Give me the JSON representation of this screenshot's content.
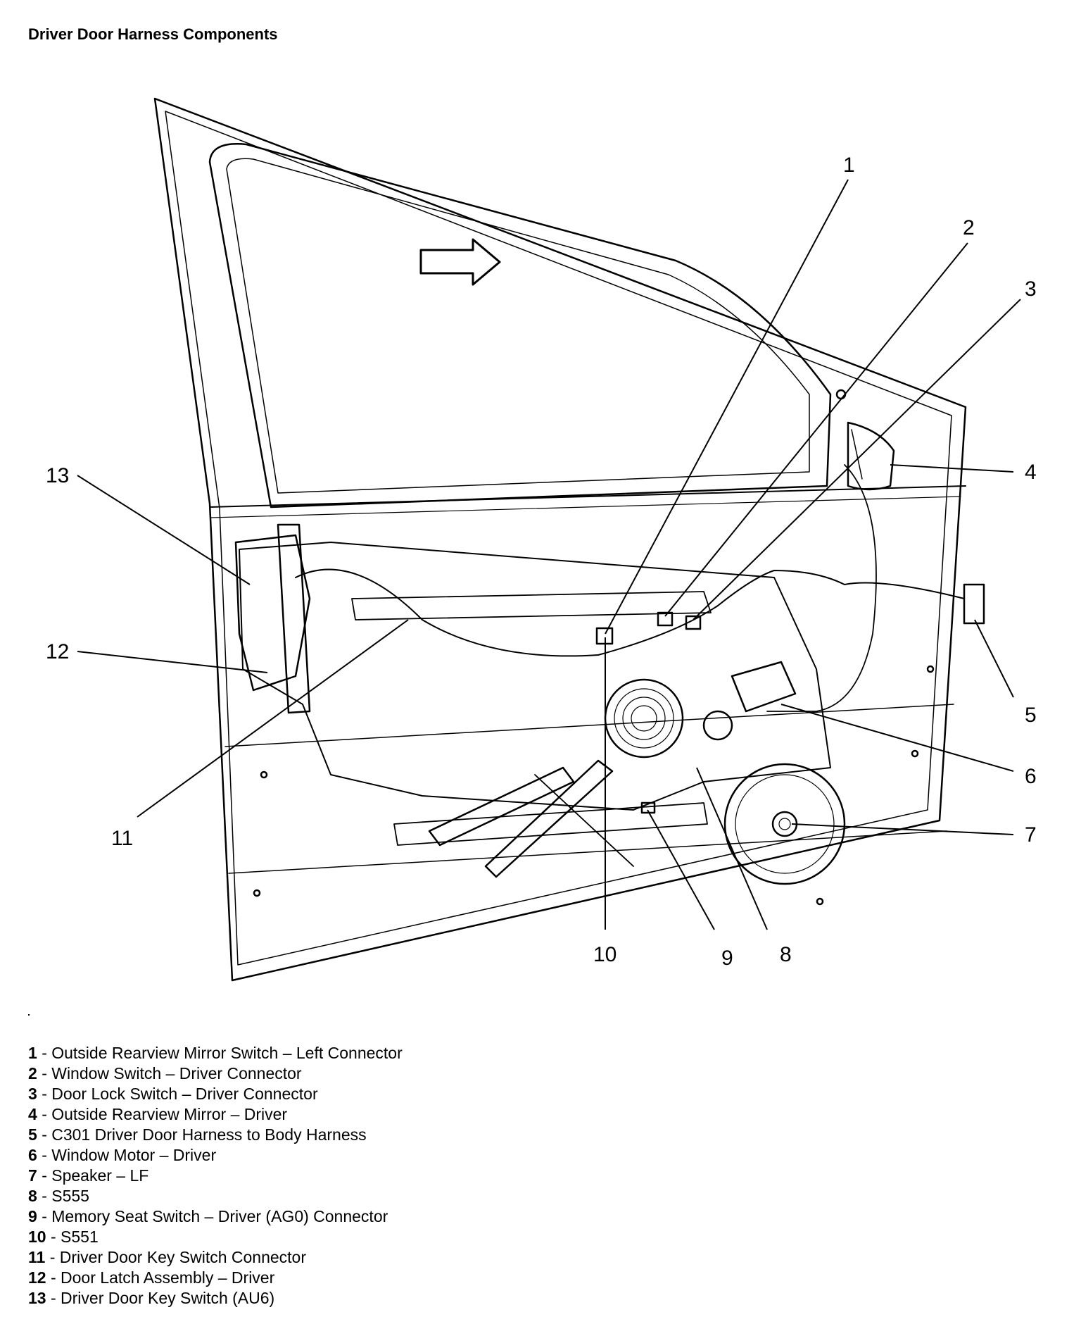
{
  "title": "Driver Door Harness Components",
  "callouts": [
    {
      "num": "1"
    },
    {
      "num": "2"
    },
    {
      "num": "3"
    },
    {
      "num": "4"
    },
    {
      "num": "5"
    },
    {
      "num": "6"
    },
    {
      "num": "7"
    },
    {
      "num": "8"
    },
    {
      "num": "9"
    },
    {
      "num": "10"
    },
    {
      "num": "11"
    },
    {
      "num": "12"
    },
    {
      "num": "13"
    }
  ],
  "legend": [
    {
      "num": "1",
      "text": "- Outside Rearview Mirror Switch – Left Connector"
    },
    {
      "num": "2",
      "text": "- Window Switch – Driver Connector"
    },
    {
      "num": "3",
      "text": "- Door Lock Switch – Driver Connector"
    },
    {
      "num": "4",
      "text": "- Outside Rearview Mirror – Driver"
    },
    {
      "num": "5",
      "text": "- C301 Driver Door Harness to Body Harness"
    },
    {
      "num": "6",
      "text": "- Window Motor – Driver"
    },
    {
      "num": "7",
      "text": "- Speaker – LF"
    },
    {
      "num": "8",
      "text": "- S555"
    },
    {
      "num": "9",
      "text": "- Memory Seat Switch – Driver (AG0) Connector"
    },
    {
      "num": "10",
      "text": "- S551"
    },
    {
      "num": "11",
      "text": "- Driver Door Key Switch Connector"
    },
    {
      "num": "12",
      "text": "- Door Latch Assembly – Driver"
    },
    {
      "num": "13",
      "text": "- Driver Door Key Switch (AU6)"
    }
  ]
}
